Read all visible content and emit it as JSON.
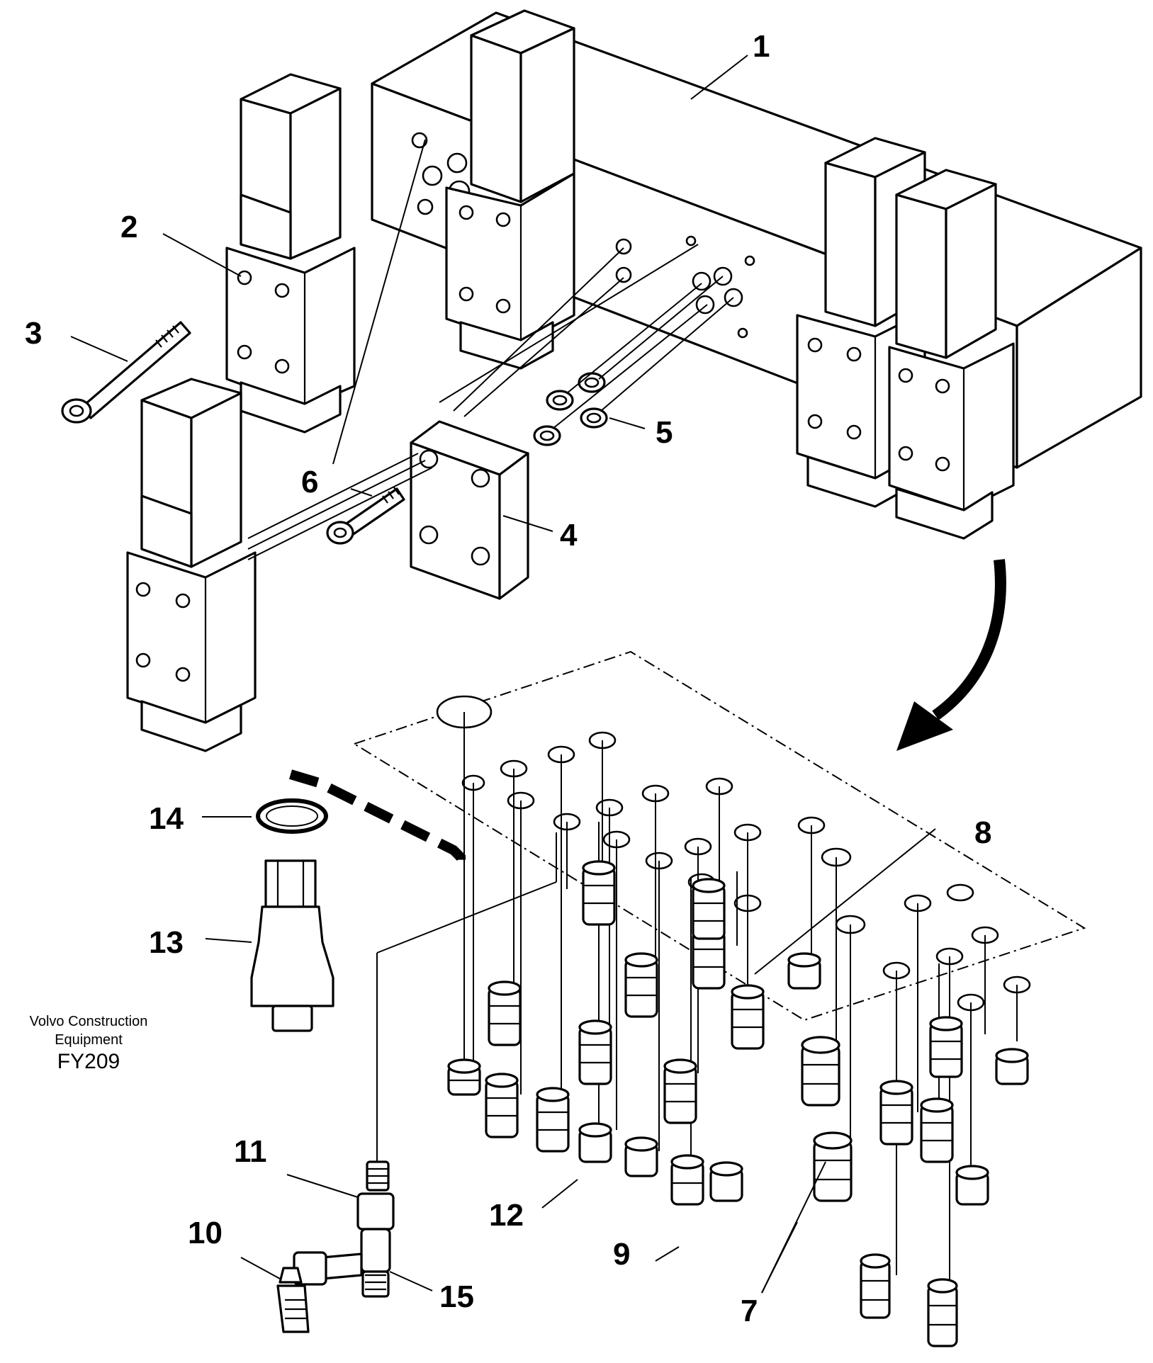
{
  "drawing": {
    "publisher_line1": "Volvo Construction",
    "publisher_line2": "Equipment",
    "figure_code": "FY209"
  },
  "callouts": [
    {
      "id": "1",
      "label": "1"
    },
    {
      "id": "2",
      "label": "2"
    },
    {
      "id": "3",
      "label": "3"
    },
    {
      "id": "4",
      "label": "4"
    },
    {
      "id": "5",
      "label": "5"
    },
    {
      "id": "6",
      "label": "6"
    },
    {
      "id": "7",
      "label": "7"
    },
    {
      "id": "8",
      "label": "8"
    },
    {
      "id": "9",
      "label": "9"
    },
    {
      "id": "10",
      "label": "10"
    },
    {
      "id": "11",
      "label": "11"
    },
    {
      "id": "12",
      "label": "12"
    },
    {
      "id": "13",
      "label": "13"
    },
    {
      "id": "14",
      "label": "14"
    },
    {
      "id": "15",
      "label": "15"
    }
  ],
  "colors": {
    "ink": "#000000",
    "paper": "#ffffff"
  }
}
